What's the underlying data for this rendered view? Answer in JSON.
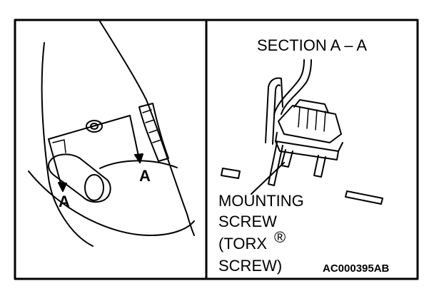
{
  "left_panel": {
    "section_marker_left": "A",
    "section_marker_right": "A"
  },
  "right_panel": {
    "section_title": "SECTION A – A",
    "callout_lines": [
      "MOUNTING",
      "SCREW",
      "(TORX",
      "SCREW)"
    ],
    "registered_mark": "®",
    "figure_code": "AC000395AB"
  }
}
